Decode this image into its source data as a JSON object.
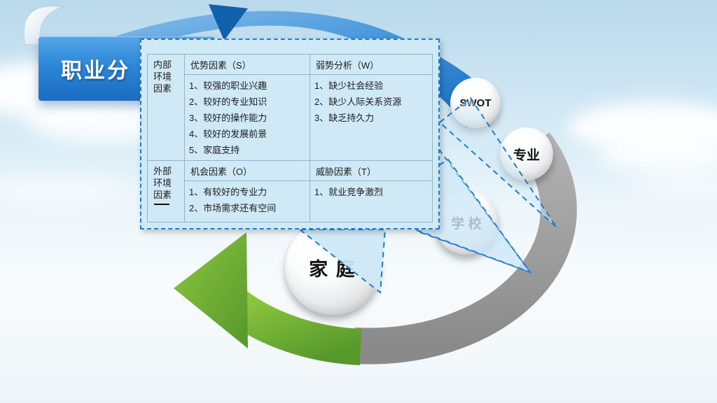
{
  "slide": {
    "title": "职业分",
    "circles": {
      "swot": "SWOT",
      "major": "专业",
      "school": "学 校",
      "family": "家 庭"
    },
    "table": {
      "row_headers": {
        "internal": "内部环境因素",
        "external": "外部环境因素"
      },
      "col_headers": {
        "s": "优势因素（S）",
        "w": "弱势分析（W）",
        "o": "机会因素（O）",
        "t": "威胁因素（T）"
      },
      "strengths": [
        "1、较强的职业兴趣",
        "2、较好的专业知识",
        "3、较好的操作能力",
        "4、较好的发展前景",
        "5、家庭支持"
      ],
      "weaknesses": [
        "1、缺少社会经验",
        "2、缺少人际关系资源",
        "3、缺乏持久力"
      ],
      "opportunities": [
        "1、有较好的专业力",
        "2、市场需求还有空间"
      ],
      "threats": [
        "1、就业竞争激烈"
      ]
    },
    "colors": {
      "ribbon_blue": "#2a85d6",
      "panel_bg": "#cfe9f6",
      "dash_blue": "#1e7dd0",
      "arrow_green": "#6fae3c",
      "arrow_gray": "#9b9b9b",
      "sky_blue": "#cbe4f2"
    }
  }
}
